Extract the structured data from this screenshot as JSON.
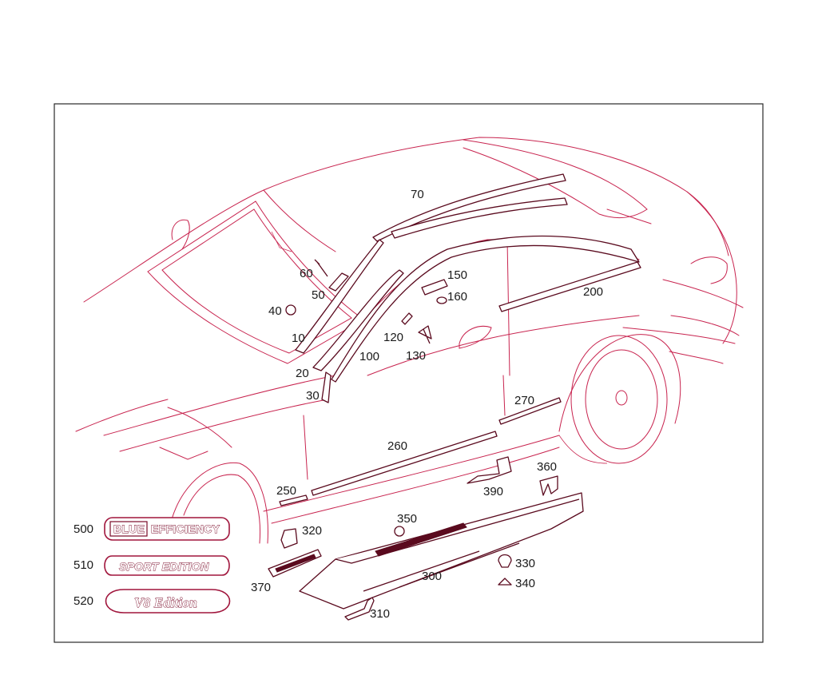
{
  "diagram": {
    "callouts": [
      "70",
      "60",
      "50",
      "40",
      "10",
      "20",
      "30",
      "100",
      "120",
      "130",
      "150",
      "160",
      "200",
      "270",
      "260",
      "250",
      "360",
      "390",
      "350",
      "320",
      "370",
      "300",
      "330",
      "340",
      "310",
      "500",
      "510",
      "520"
    ],
    "badges": {
      "blue_efficiency": {
        "left": "BLUE",
        "right": "EFFICIENCY"
      },
      "sport_edition": "SPORT EDITION",
      "v8_edition": "V8 Edition"
    },
    "colors": {
      "line": "#c8244f",
      "part": "#5a0a1e",
      "frame": "#2a2a2a"
    }
  }
}
